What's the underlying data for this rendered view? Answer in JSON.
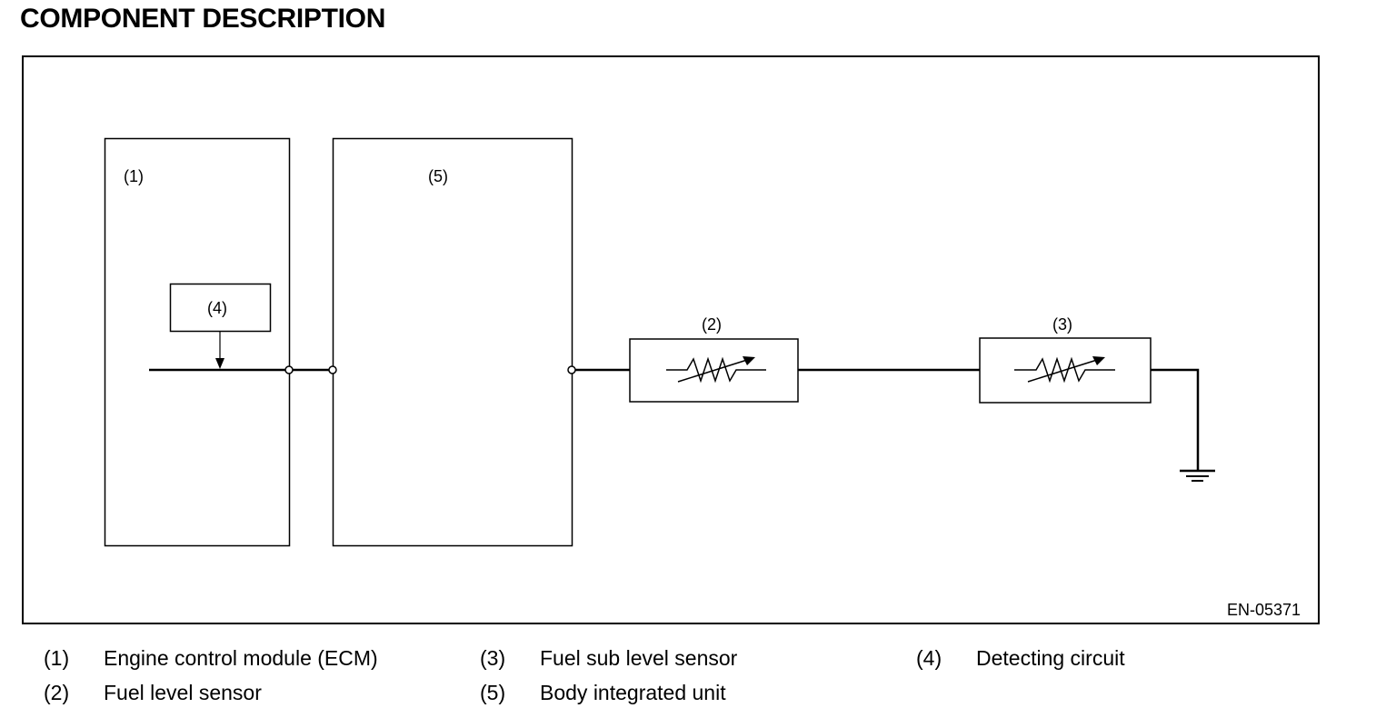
{
  "title": "COMPONENT DESCRIPTION",
  "diagram": {
    "ecm_label": "(1)",
    "biu_label": "(5)",
    "detect_label": "(4)",
    "sensor_main_label": "(2)",
    "sensor_sub_label": "(3)",
    "figure_code": "EN-05371"
  },
  "legend": [
    {
      "num": "(1)",
      "text": "Engine control module (ECM)"
    },
    {
      "num": "(2)",
      "text": "Fuel level sensor"
    },
    {
      "num": "(3)",
      "text": "Fuel sub level sensor"
    },
    {
      "num": "(5)",
      "text": "Body integrated unit"
    },
    {
      "num": "(4)",
      "text": "Detecting circuit"
    }
  ]
}
